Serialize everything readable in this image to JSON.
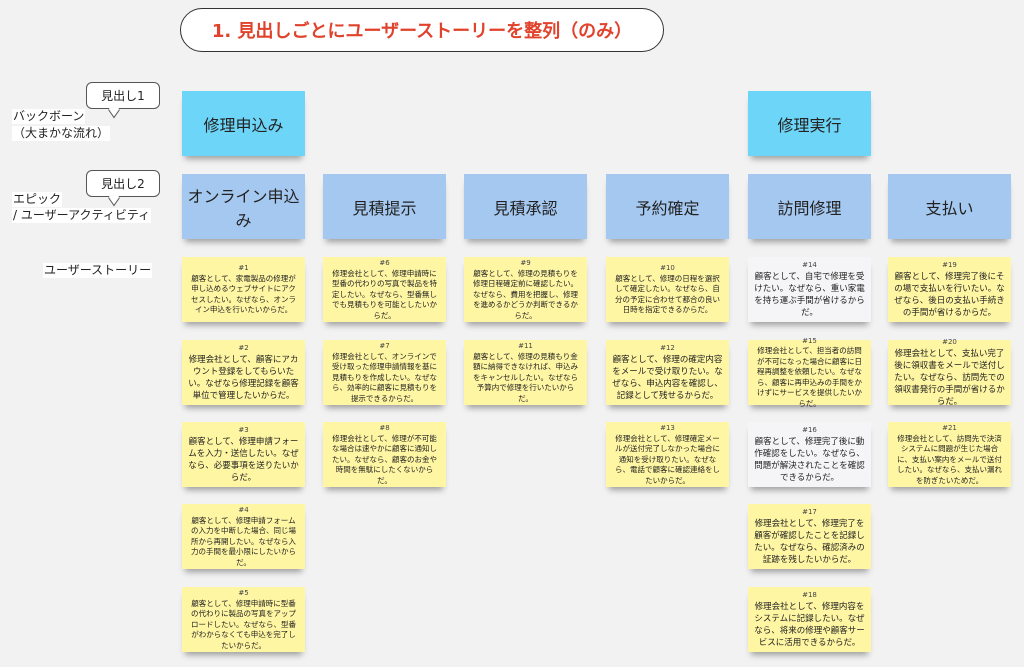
{
  "title": "1. 見出しごとにユーザーストーリーを整列（のみ）",
  "labels": {
    "callout1": "見出し1",
    "callout2": "見出し2",
    "backbone_line1": "バックボーン",
    "backbone_line2": "（大まかな流れ）",
    "epic_line1": "エピック",
    "epic_line2": "/ ユーザーアクティビティ",
    "story": "ユーザーストーリー"
  },
  "colors": {
    "title": "#e0422b",
    "backbone": "#6dd5f7",
    "epic": "#a5c8f0",
    "story": "#fff6a3",
    "story_white": "#f5f5f7"
  },
  "backbones": [
    {
      "col": 0,
      "label": "修理申込み"
    },
    {
      "col": 4,
      "label": "修理実行"
    }
  ],
  "columns": [
    {
      "epic": "オンライン申込み",
      "stories": [
        {
          "num": "#1",
          "text": "顧客として、家電製品の修理が申し込めるウェブサイトにアクセスしたい。なぜなら、オンライン申込を行いたいからだ。"
        },
        {
          "num": "#2",
          "text": "修理会社として、顧客にアカウント登録をしてもらいたい。なぜなら修理記録を顧客単位で管理したいからだ。",
          "big": true
        },
        {
          "num": "#3",
          "text": "顧客として、修理申請フォームを入力・送信したい。なぜなら、必要事項を送りたいからだ。",
          "big": true
        },
        {
          "num": "#4",
          "text": "顧客として、修理申請フォームの入力を中断した場合、同じ場所から再開したい。なぜなら入力の手間を最小限にしたいからだ。"
        },
        {
          "num": "#5",
          "text": "顧客として、修理申請時に型番の代わりに製品の写真をアップロードしたい。なぜなら、型番がわからなくても申込を完了したいからだ。"
        }
      ]
    },
    {
      "epic": "見積提示",
      "stories": [
        {
          "num": "#6",
          "text": "修理会社として、修理申請時に型番の代わりの写真で製品を特定したい。なぜなら、型番無しでも見積もりを可能としたいからだ。"
        },
        {
          "num": "#7",
          "text": "修理会社として、オンラインで受け取った修理申請情報を基に見積もりを作成したい。なぜなら、効率的に顧客に見積もりを提示できるからだ。"
        },
        {
          "num": "#8",
          "text": "修理会社として、修理が不可能な場合は速やかに顧客に通知したい。なぜなら、顧客のお金や時間を無駄にしたくないからだ。"
        }
      ]
    },
    {
      "epic": "見積承認",
      "stories": [
        {
          "num": "#9",
          "text": "顧客として、修理の見積もりを修理日程確定前に確認したい。なぜなら、費用を把握し、修理を進めるかどうか判断できるからだ。"
        },
        {
          "num": "#11",
          "text": "顧客として、修理の見積もり金額に納得できなければ、申込みをキャンセルしたい。なぜなら予算内で修理を行いたいからだ。"
        }
      ]
    },
    {
      "epic": "予約確定",
      "stories": [
        {
          "num": "#10",
          "text": "顧客として、修理の日程を選択して確定したい。なぜなら、自分の予定に合わせて都合の良い日時を指定できるからだ。"
        },
        {
          "num": "#12",
          "text": "顧客として、修理の確定内容をメールで受け取りたい。なぜなら、申込内容を確認し、記録として残せるからだ。",
          "big": true
        },
        {
          "num": "#13",
          "text": "修理会社として、修理確定メールが送付完了しなかった場合に通知を受け取りたい。なぜなら、電話で顧客に確認連絡をしたいからだ。"
        }
      ]
    },
    {
      "epic": "訪問修理",
      "stories": [
        {
          "num": "#14",
          "text": "顧客として、自宅で修理を受けたい。なぜなら、重い家電を持ち運ぶ手間が省けるからだ。",
          "big": true,
          "white": true
        },
        {
          "num": "#15",
          "text": "修理会社として、担当者の訪問が不可になった場合に顧客に日程再調整を依頼したい。なぜなら、顧客に再申込みの手間をかけずにサービスを提供したいからだ。"
        },
        {
          "num": "#16",
          "text": "顧客として、修理完了後に動作確認をしたい。なぜなら、問題が解決されたことを確認できるからだ。",
          "big": true,
          "white": true
        },
        {
          "num": "#17",
          "text": "修理会社として、修理完了を顧客が確認したことを記録したい。なぜなら、確認済みの証跡を残したいからだ。",
          "big": true
        },
        {
          "num": "#18",
          "text": "修理会社として、修理内容をシステムに記録したい。なぜなら、将来の修理や顧客サービスに活用できるからだ。",
          "big": true
        }
      ]
    },
    {
      "epic": "支払い",
      "stories": [
        {
          "num": "#19",
          "text": "顧客として、修理完了後にその場で支払いを行いたい。なぜなら、後日の支払い手続きの手間が省けるからだ。",
          "big": true
        },
        {
          "num": "#20",
          "text": "修理会社として、支払い完了後に領収書をメールで送付したい。なぜなら、訪問先での領収書発行の手間が省けるからだ。",
          "big": true
        },
        {
          "num": "#21",
          "text": "修理会社として、訪問先で決済システムに問題が生じた場合に、支払い案内をメールで送付したい。なぜなら、支払い漏れを防ぎたいためだ。"
        }
      ]
    }
  ]
}
